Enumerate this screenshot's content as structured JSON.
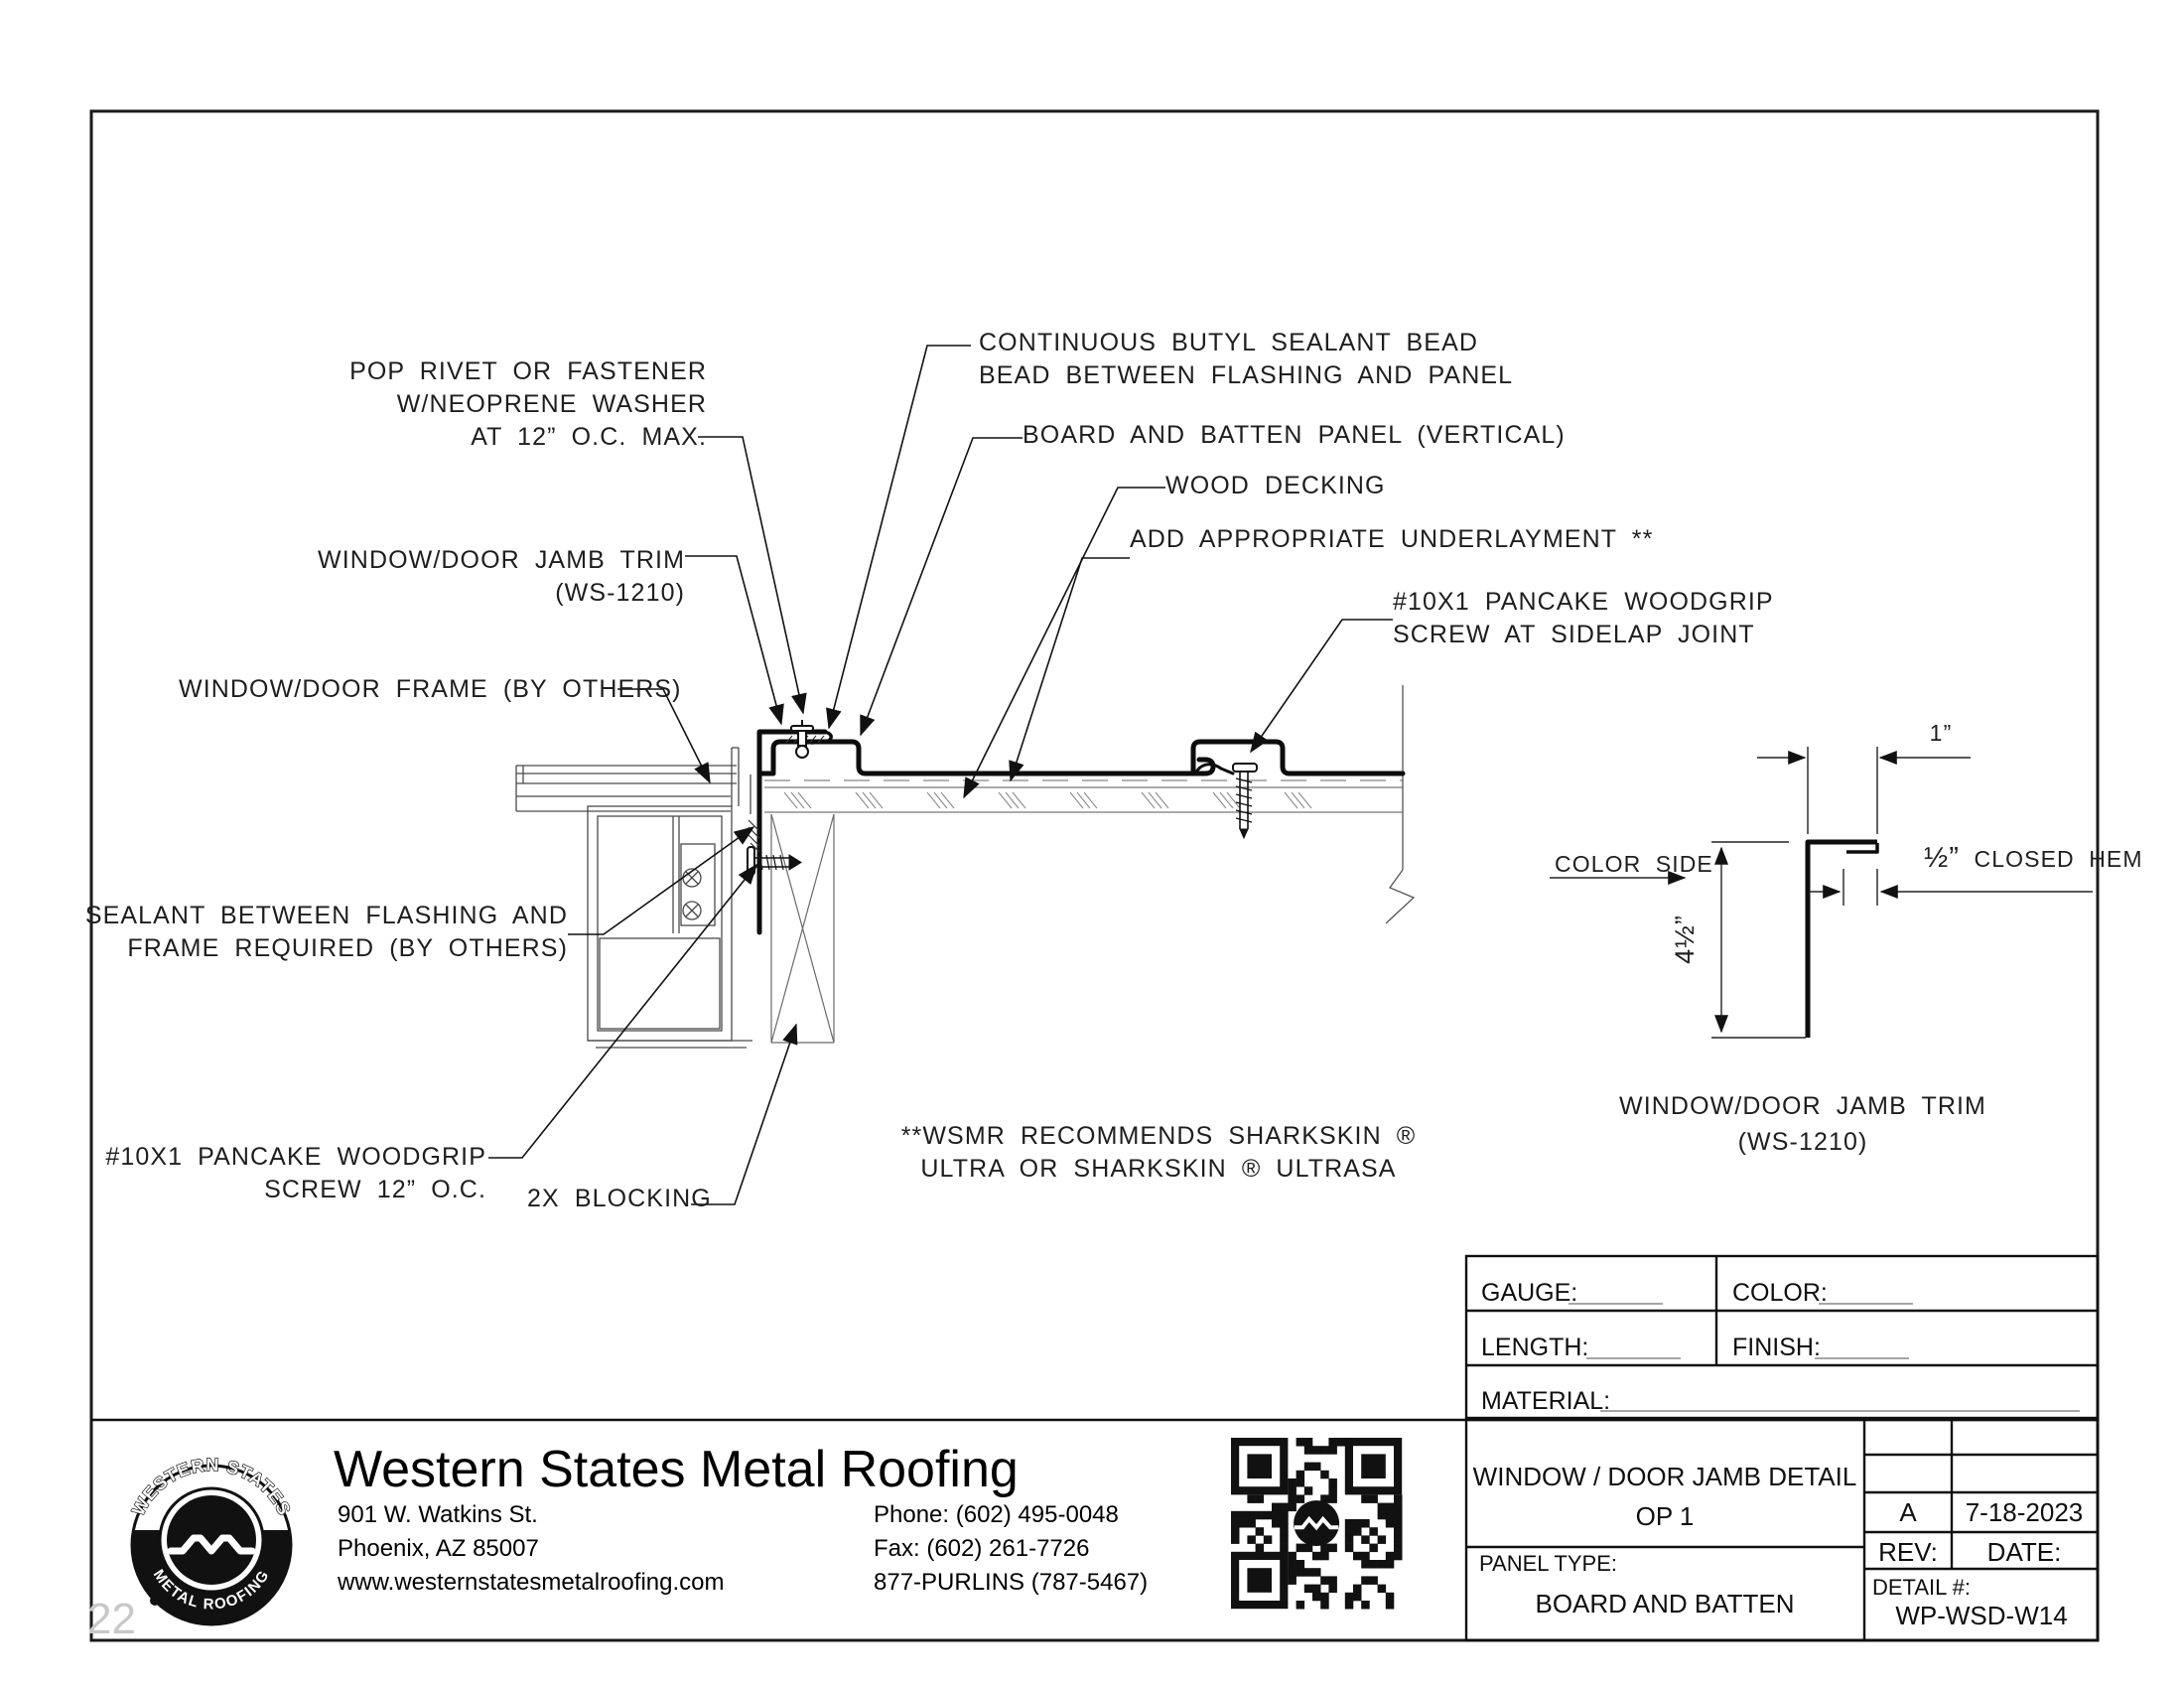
{
  "page": {
    "number": "22"
  },
  "callouts": {
    "continuous_butyl": [
      "CONTINUOUS BUTYL SEALANT BEAD",
      "BEAD BETWEEN FLASHING AND PANEL"
    ],
    "pop_rivet": [
      "POP RIVET OR FASTENER",
      "W/NEOPRENE WASHER",
      "AT 12” O.C. MAX."
    ],
    "board_batten": "BOARD AND BATTEN PANEL (VERTICAL)",
    "wood_decking": "WOOD DECKING",
    "underlayment": "ADD APPROPRIATE UNDERLAYMENT **",
    "jamb_trim": [
      "WINDOW/DOOR JAMB TRIM",
      "(WS-1210)"
    ],
    "sidelap_screw": [
      "#10X1 PANCAKE WOODGRIP",
      "SCREW AT SIDELAP JOINT"
    ],
    "frame": "WINDOW/DOOR FRAME (BY OTHERS)",
    "sealant": [
      "SEALANT BETWEEN FLASHING AND",
      "FRAME REQUIRED (BY OTHERS)"
    ],
    "screw_12oc": [
      "#10X1 PANCAKE WOODGRIP",
      "SCREW 12” O.C."
    ],
    "blocking": "2X BLOCKING",
    "wsmr_note": [
      "**WSMR RECOMMENDS SHARKSKIN ®",
      "ULTRA OR SHARKSKIN ® ULTRASA"
    ]
  },
  "profile_detail": {
    "dim_width": "1”",
    "dim_height": "4½”",
    "dim_hem": "½”",
    "hem_label": "CLOSED HEM",
    "color_side": "COLOR SIDE",
    "caption": [
      "WINDOW/DOOR JAMB TRIM",
      "(WS-1210)"
    ]
  },
  "spec_table": {
    "gauge": "GAUGE:",
    "color": "COLOR:",
    "length": "LENGTH:",
    "finish": "FINISH:",
    "material": "MATERIAL:"
  },
  "title_block": {
    "title": "WINDOW / DOOR JAMB DETAIL",
    "subtitle": "OP 1",
    "rev_value": "A",
    "date_value": "7-18-2023",
    "rev_label": "REV:",
    "date_label": "DATE:",
    "panel_type_label": "PANEL TYPE:",
    "panel_type": "BOARD AND BATTEN",
    "detail_label": "DETAIL #:",
    "detail_number": "WP-WSD-W14"
  },
  "company": {
    "name": "Western States Metal Roofing",
    "address1": "901 W. Watkins St.",
    "address2": "Phoenix, AZ 85007",
    "website": "www.westernstatesmetalroofing.com",
    "phone": "Phone: (602) 495-0048",
    "fax": "Fax: (602) 261-7726",
    "tollfree": "877-PURLINS (787-5467)",
    "logo_top": "WESTERN STATES",
    "logo_bottom": "METAL ROOFING"
  }
}
